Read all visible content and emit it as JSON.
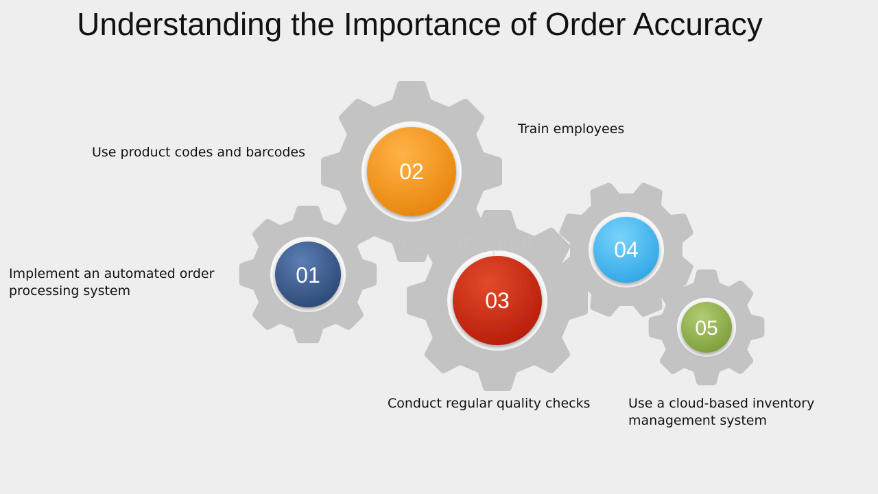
{
  "title": "Understanding the Importance of Order Accuracy",
  "watermark": "FasterCapital",
  "steps": [
    {
      "number": "01",
      "label": "Implement an automated order processing system",
      "color": "#35578a"
    },
    {
      "number": "02",
      "label": "Use product codes and barcodes",
      "color": "#f49a1d"
    },
    {
      "number": "03",
      "label": "Conduct regular quality checks",
      "color": "#c92d16"
    },
    {
      "number": "04",
      "label": "Train employees",
      "color": "#44b7ee"
    },
    {
      "number": "05",
      "label": "Use a cloud-based inventory management system",
      "color": "#92b04f"
    }
  ],
  "colors": {
    "gear": "#c3c3c3",
    "background": "#eeeeef"
  }
}
